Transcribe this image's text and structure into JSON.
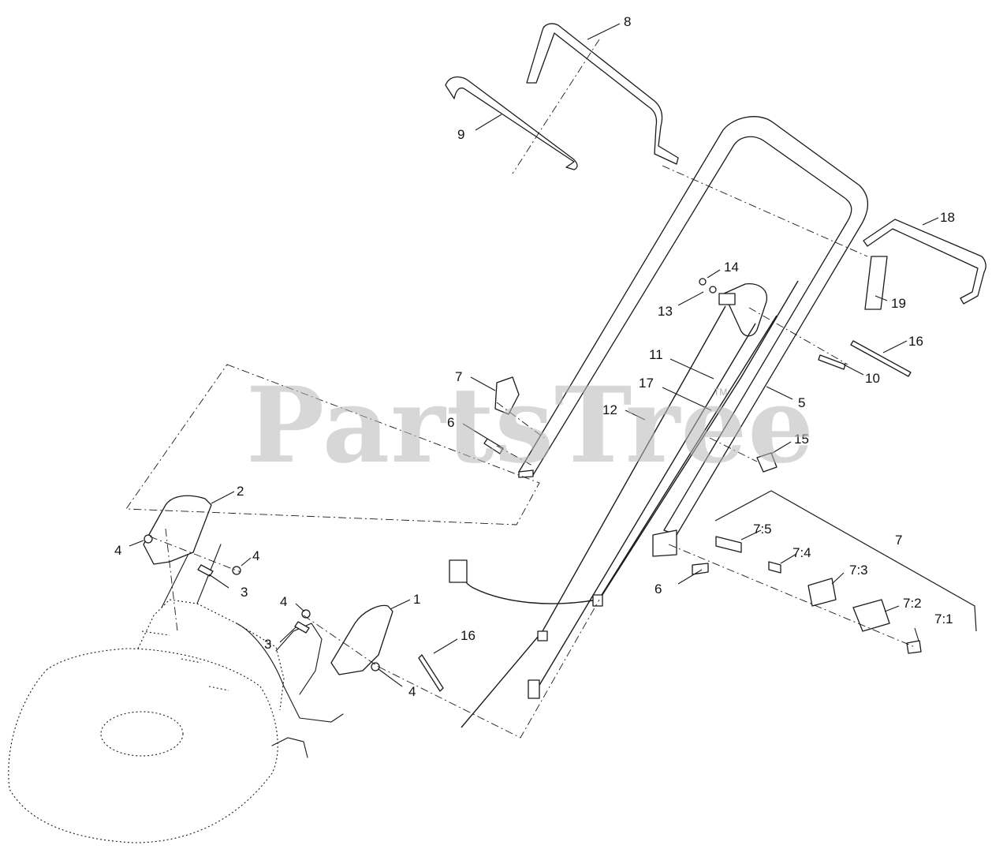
{
  "watermark": {
    "text": "PartsTree",
    "trademark": "TM"
  },
  "callouts": [
    {
      "id": "c8",
      "label": "8"
    },
    {
      "id": "c9",
      "label": "9"
    },
    {
      "id": "c18",
      "label": "18"
    },
    {
      "id": "c14",
      "label": "14"
    },
    {
      "id": "c13",
      "label": "13"
    },
    {
      "id": "c19",
      "label": "19"
    },
    {
      "id": "c16a",
      "label": "16"
    },
    {
      "id": "c11",
      "label": "11"
    },
    {
      "id": "c10",
      "label": "10"
    },
    {
      "id": "c7a",
      "label": "7"
    },
    {
      "id": "c17",
      "label": "17"
    },
    {
      "id": "c5",
      "label": "5"
    },
    {
      "id": "c12",
      "label": "12"
    },
    {
      "id": "c6a",
      "label": "6"
    },
    {
      "id": "c15",
      "label": "15"
    },
    {
      "id": "c2",
      "label": "2"
    },
    {
      "id": "c7b",
      "label": "7"
    },
    {
      "id": "c75",
      "label": "7:5"
    },
    {
      "id": "c74",
      "label": "7:4"
    },
    {
      "id": "c4a",
      "label": "4"
    },
    {
      "id": "c4b",
      "label": "4"
    },
    {
      "id": "c73",
      "label": "7:3"
    },
    {
      "id": "c3a",
      "label": "3"
    },
    {
      "id": "c6b",
      "label": "6"
    },
    {
      "id": "c1",
      "label": "1"
    },
    {
      "id": "c72",
      "label": "7:2"
    },
    {
      "id": "c4c",
      "label": "4"
    },
    {
      "id": "c71",
      "label": "7:1"
    },
    {
      "id": "c16b",
      "label": "16"
    },
    {
      "id": "c3b",
      "label": "3"
    },
    {
      "id": "c4d",
      "label": "4"
    }
  ]
}
